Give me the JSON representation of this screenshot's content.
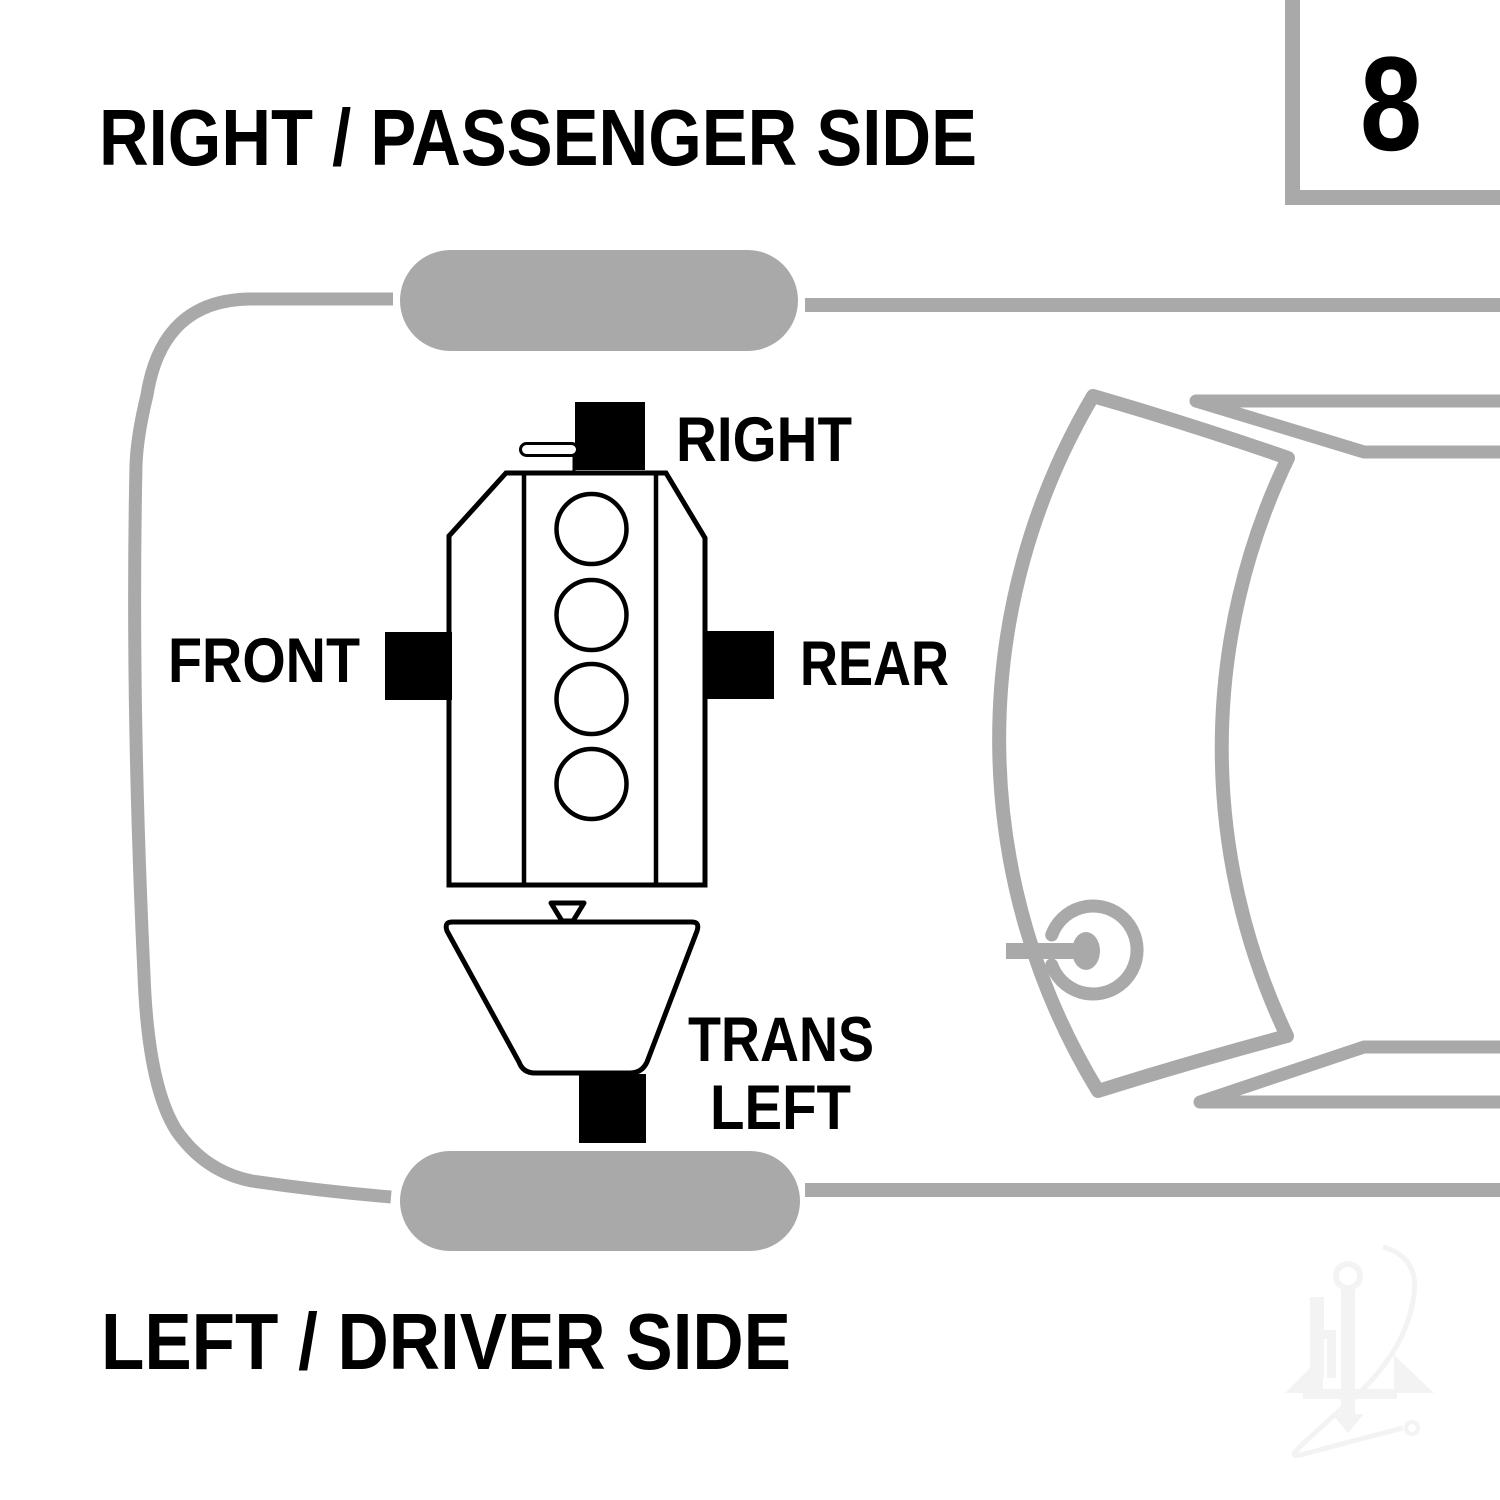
{
  "diagram": {
    "type": "engine-mount-location-diagram",
    "description": "Top view of vehicle front half with engine and transmission, showing engine mount positions as black squares",
    "page_number": "8",
    "header_caption": "RIGHT / PASSENGER SIDE",
    "footer_caption": "LEFT / DRIVER SIDE",
    "mount_labels": {
      "right": "RIGHT",
      "front": "FRONT",
      "rear": "REAR",
      "trans_line1": "TRANS",
      "trans_line2": "LEFT"
    },
    "engine": {
      "cylinders": 4,
      "mounts": 4
    },
    "colors": {
      "car_outline_gray": "#a9a9a9",
      "ink_black": "#000000",
      "background_white": "#ffffff",
      "watermark_gray": "#f3f3f3"
    }
  }
}
